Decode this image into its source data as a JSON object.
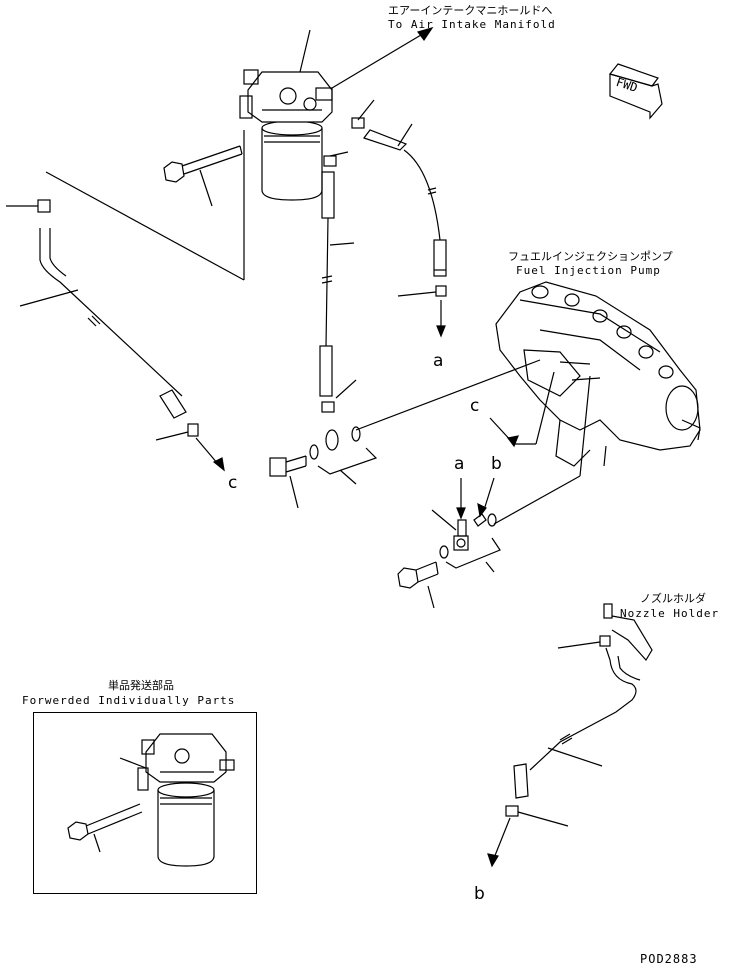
{
  "labels": {
    "air_intake_jp": "エアーインテークマニホールドへ",
    "air_intake_en": "To Air Intake Manifold",
    "fwd": "FWD",
    "injection_pump_jp": "フュエルインジェクションポンプ",
    "injection_pump_en": "Fuel Injection Pump",
    "nozzle_holder_jp": "ノズルホルダ",
    "nozzle_holder_en": "Nozzle Holder",
    "forwarded_jp": "単品発送部品",
    "forwarded_en": "Forwerded Individually Parts",
    "drawing_code": "POD2883"
  },
  "callouts": {
    "a_upper": "a",
    "c_left": "c",
    "c_pump": "c",
    "a_fitting": "a",
    "b_fitting": "b",
    "b_lower": "b"
  }
}
